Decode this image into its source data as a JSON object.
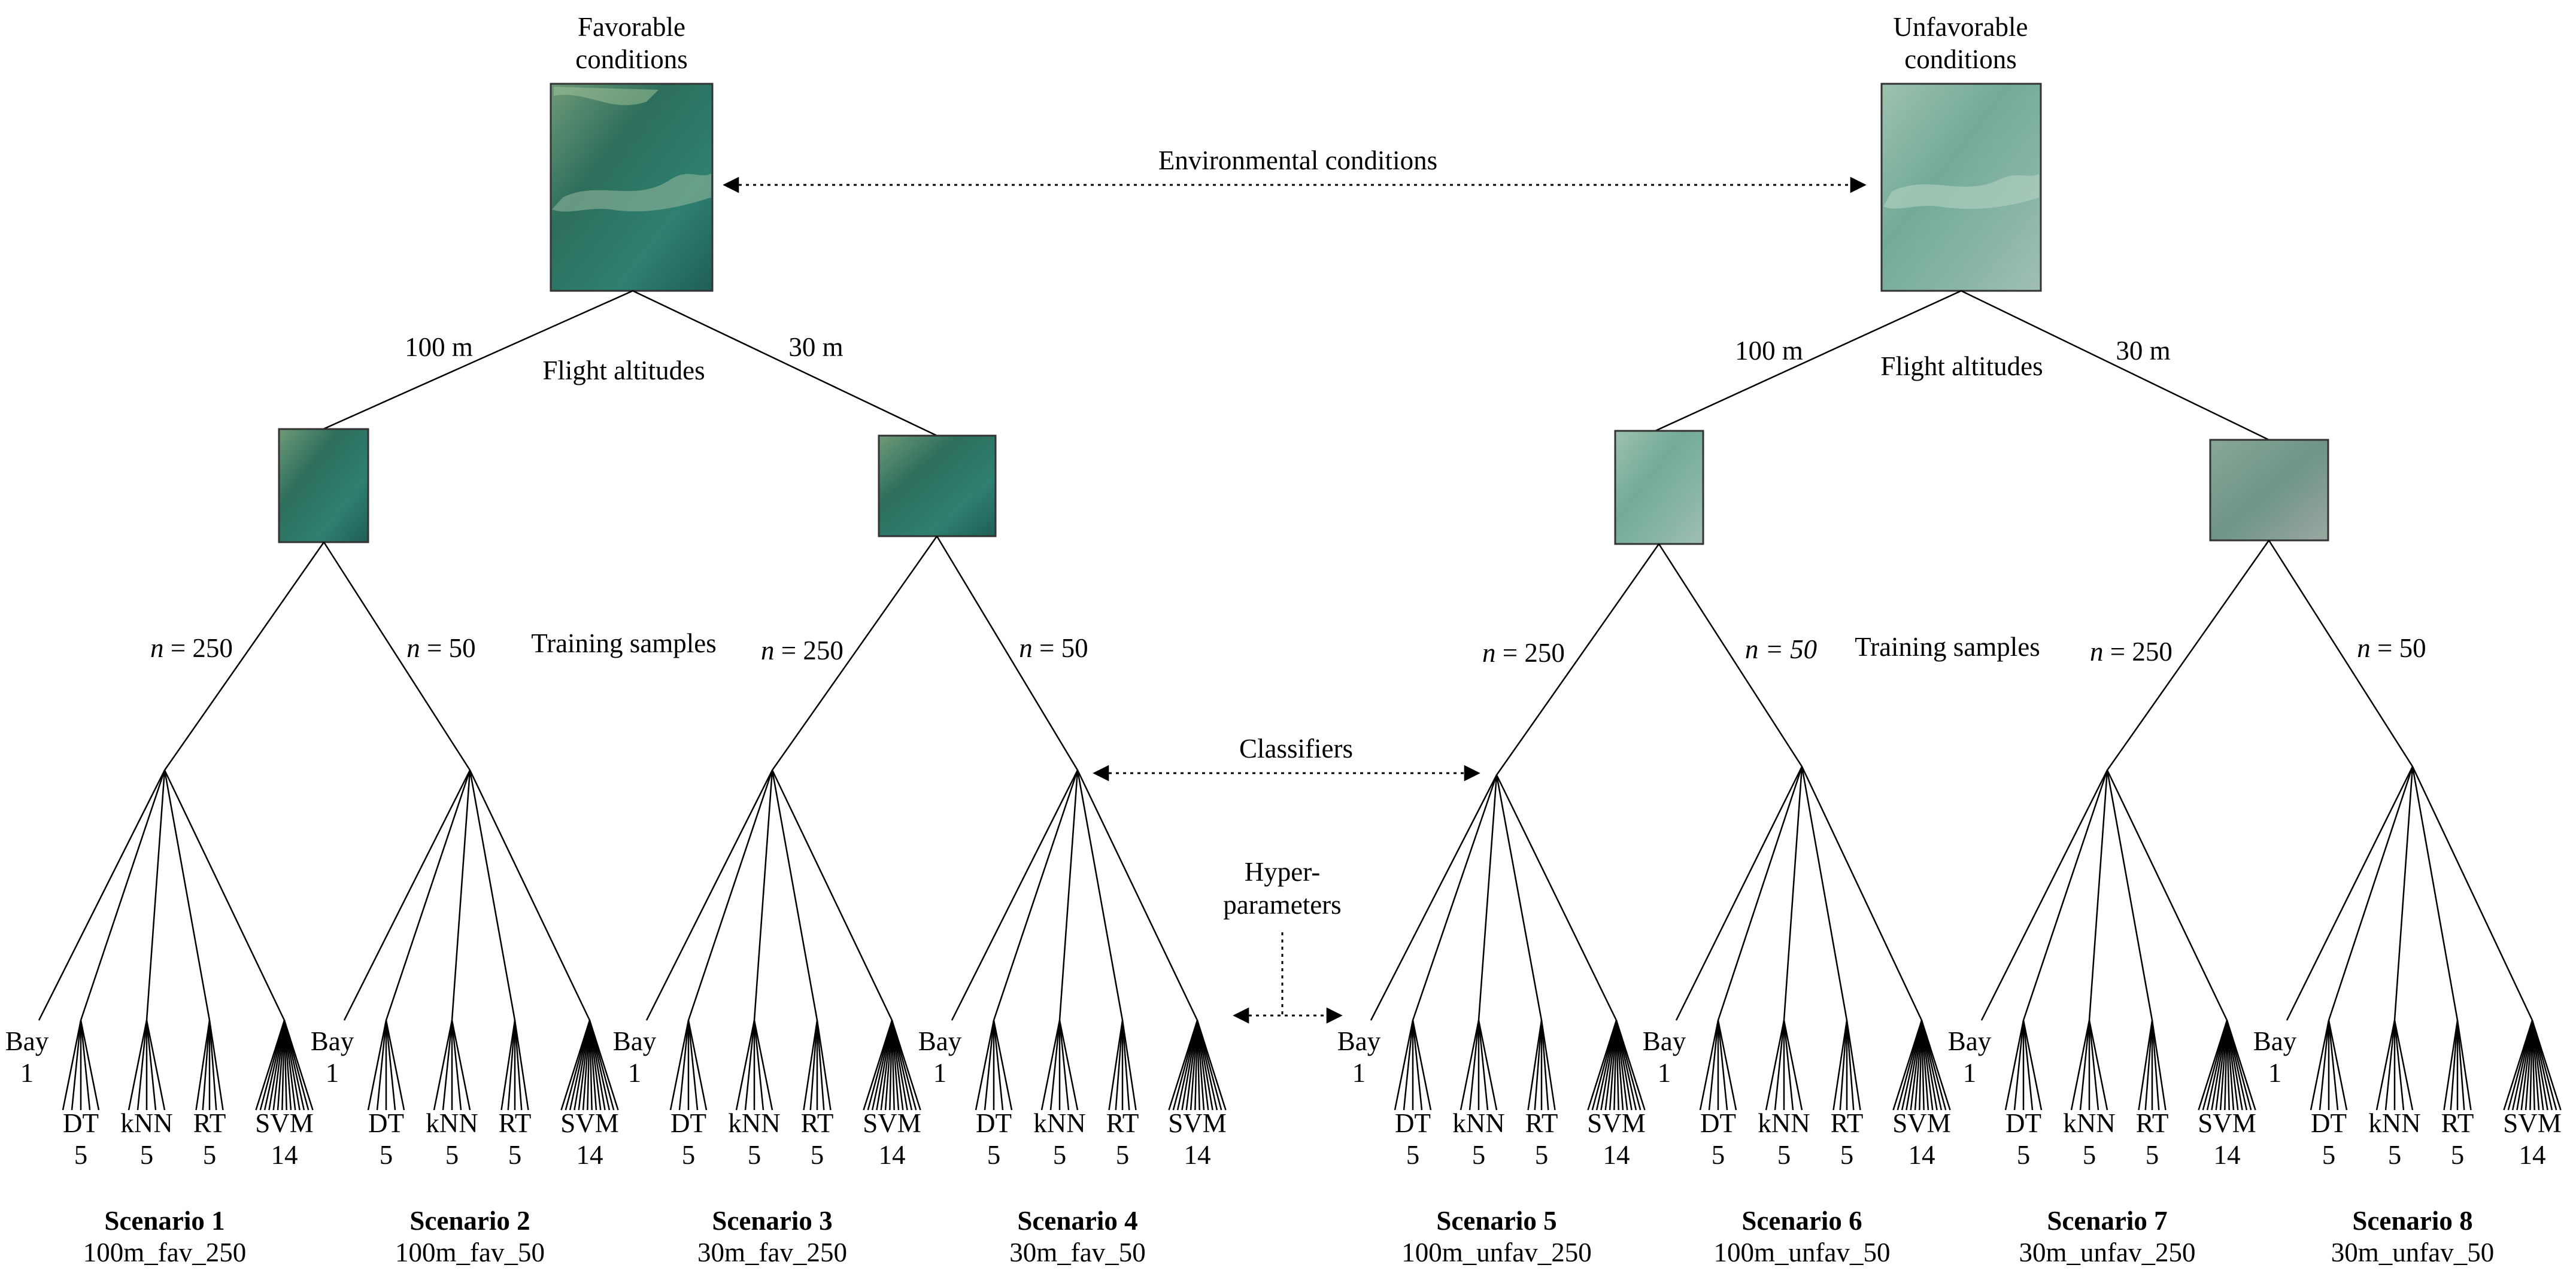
{
  "conditions": {
    "favorable": [
      "Favorable",
      "conditions"
    ],
    "unfavorable": [
      "Unfavorable",
      "conditions"
    ]
  },
  "labels": {
    "environmental": "Environmental conditions",
    "flight_altitudes": "Flight altitudes",
    "training_samples": "Training samples",
    "classifiers": "Classifiers",
    "hyperparameters": [
      "Hyper-",
      "parameters"
    ]
  },
  "altitudes": [
    "100 m",
    "30 m"
  ],
  "sample_labels": [
    {
      "n": "n",
      "rest": " = 250"
    },
    {
      "n": "n",
      "rest": " = 50"
    }
  ],
  "unfav_sample_alt": {
    "n": "n",
    "rest": " = 50",
    "rest_italic": true
  },
  "classifiers": [
    {
      "name": "Bay",
      "count": "1"
    },
    {
      "name": "DT",
      "count": "5"
    },
    {
      "name": "kNN",
      "count": "5"
    },
    {
      "name": "RT",
      "count": "5"
    },
    {
      "name": "SVM",
      "count": "14"
    }
  ],
  "scenarios": [
    {
      "name": "Scenario 1",
      "code": "100m_fav_250"
    },
    {
      "name": "Scenario 2",
      "code": "100m_fav_50"
    },
    {
      "name": "Scenario 3",
      "code": "30m_fav_250"
    },
    {
      "name": "Scenario 4",
      "code": "30m_fav_50"
    },
    {
      "name": "Scenario 5",
      "code": "100m_unfav_250"
    },
    {
      "name": "Scenario 6",
      "code": "100m_unfav_50"
    },
    {
      "name": "Scenario 7",
      "code": "30m_unfav_250"
    },
    {
      "name": "Scenario 8",
      "code": "30m_unfav_50"
    }
  ],
  "colors": {
    "favorable_image": "#2f7a66",
    "unfavorable_image": "#7fb0a0",
    "line": "#000000"
  }
}
